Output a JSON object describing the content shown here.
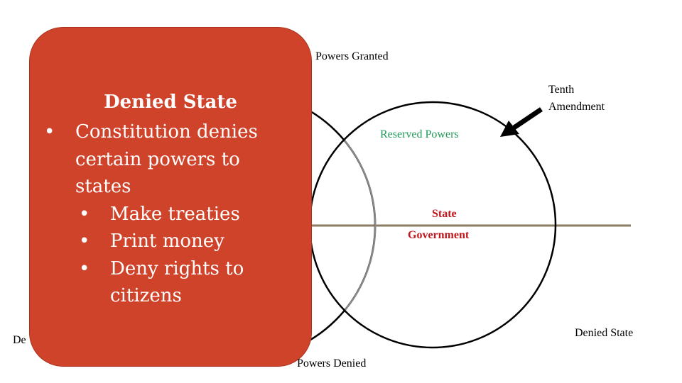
{
  "labels": {
    "powers_granted": "Powers Granted",
    "tenth_amendment": [
      "Tenth",
      "Amendment"
    ],
    "reserved_powers": "Reserved Powers",
    "state_government": [
      "State",
      "Government"
    ],
    "denied_state_right": "Denied State",
    "denied_left_partial": "De",
    "powers_denied": "Powers Denied"
  },
  "callout": {
    "title": "Denied State",
    "bullet": "Constitution denies certain powers to states",
    "sub_bullets": [
      "Make treaties",
      "Print money",
      "Deny rights to citizens"
    ]
  },
  "colors": {
    "callout_fill": "#d0432b",
    "reserved_powers": "#1f9a5a",
    "state_government": "#c0161c",
    "divider_line": "#8b7d64"
  }
}
